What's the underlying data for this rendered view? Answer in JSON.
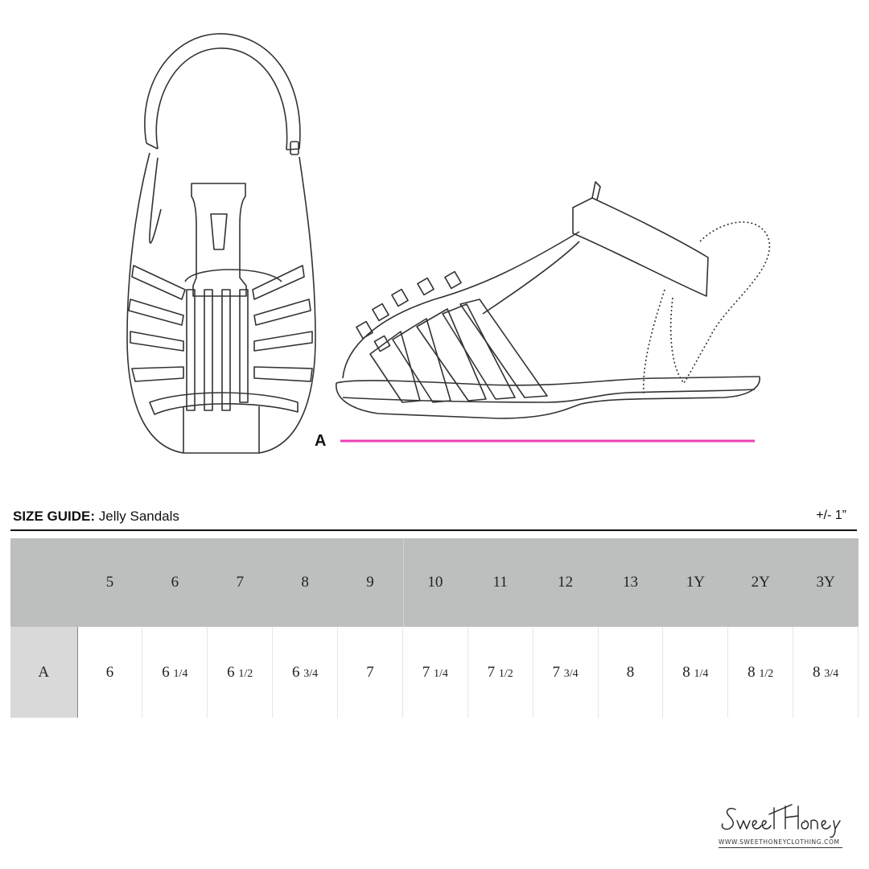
{
  "illustration": {
    "measurement_label": "A",
    "measurement_line_color": "#ec3fb3"
  },
  "size_guide": {
    "title_bold": "SIZE GUIDE:",
    "title_product": "Jelly Sandals",
    "tolerance": "+/- 1”",
    "sizes": [
      "5",
      "6",
      "7",
      "8",
      "9",
      "10",
      "11",
      "12",
      "13",
      "1Y",
      "2Y",
      "3Y"
    ],
    "rows": [
      {
        "label": "A",
        "values": [
          {
            "whole": "6",
            "frac": ""
          },
          {
            "whole": "6",
            "frac": "1/4"
          },
          {
            "whole": "6",
            "frac": "1/2"
          },
          {
            "whole": "6",
            "frac": "3/4"
          },
          {
            "whole": "7",
            "frac": ""
          },
          {
            "whole": "7",
            "frac": "1/4"
          },
          {
            "whole": "7",
            "frac": "1/2"
          },
          {
            "whole": "7",
            "frac": "3/4"
          },
          {
            "whole": "8",
            "frac": ""
          },
          {
            "whole": "8",
            "frac": "1/4"
          },
          {
            "whole": "8",
            "frac": "1/2"
          },
          {
            "whole": "8",
            "frac": "3/4"
          }
        ]
      }
    ],
    "header_bg": "#bdbfbe",
    "row_label_bg": "#d9d9d9"
  },
  "brand": {
    "logo_text": "Sweet Honey",
    "url": "WWW.SWEETHONEYCLOTHING.COM"
  }
}
